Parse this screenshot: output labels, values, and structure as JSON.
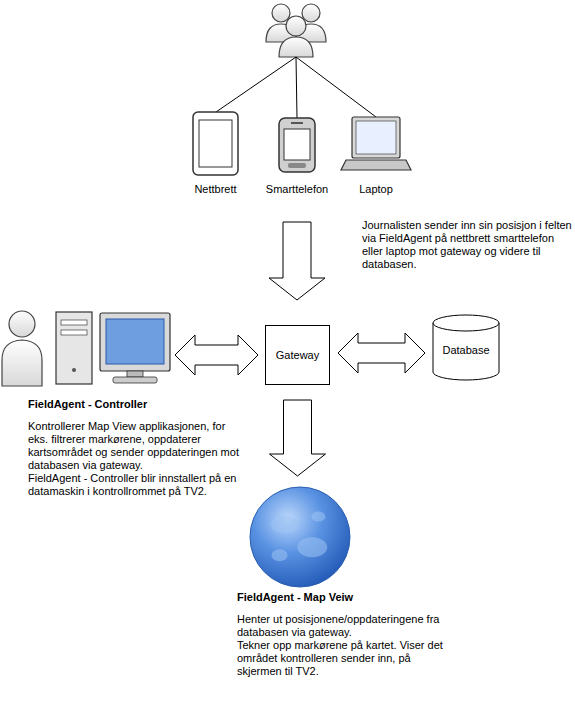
{
  "diagram": {
    "nodes": [
      {
        "text": [
          "Nettbrett"
        ]
      },
      {
        "text": [
          "Smarttelefon"
        ]
      },
      {
        "text": [
          "Laptop"
        ]
      },
      {
        "text": [
          "FieldAgent - Controller",
          "Kontrollerer Map View applikasjonen, for eks. filtrerer markørene, oppdaterer kartsområdet og sender oppdateringen mot databasen via gateway.",
          "FieldAgent - Controller blir innstallert på en datamaskin i kontrollrommet på TV2."
        ]
      },
      {
        "text": [
          "Gateway"
        ]
      },
      {
        "text": [
          "Database"
        ]
      },
      {
        "text": [
          "FieldAgent - Map Veiw",
          "Henter ut posisjonene/oppdateringene fra databasen via gateway.",
          "Tekner opp markørene på kartet. Viser det området kontrolleren sender inn, på skjermen til TV2."
        ]
      }
    ],
    "edges": [
      {
        "from": 1,
        "to": 4,
        "arrow": "to"
      },
      {
        "from": 3,
        "to": 4,
        "arrow": "both"
      },
      {
        "from": 4,
        "to": 5,
        "arrow": "both"
      },
      {
        "from": 4,
        "to": 6,
        "arrow": "to"
      }
    ],
    "labels": [
      "Journalisten sender inn sin posisjon i felten via FieldAgent på nettbrett smarttelefon eller laptop mot gateway og videre til databasen."
    ]
  }
}
